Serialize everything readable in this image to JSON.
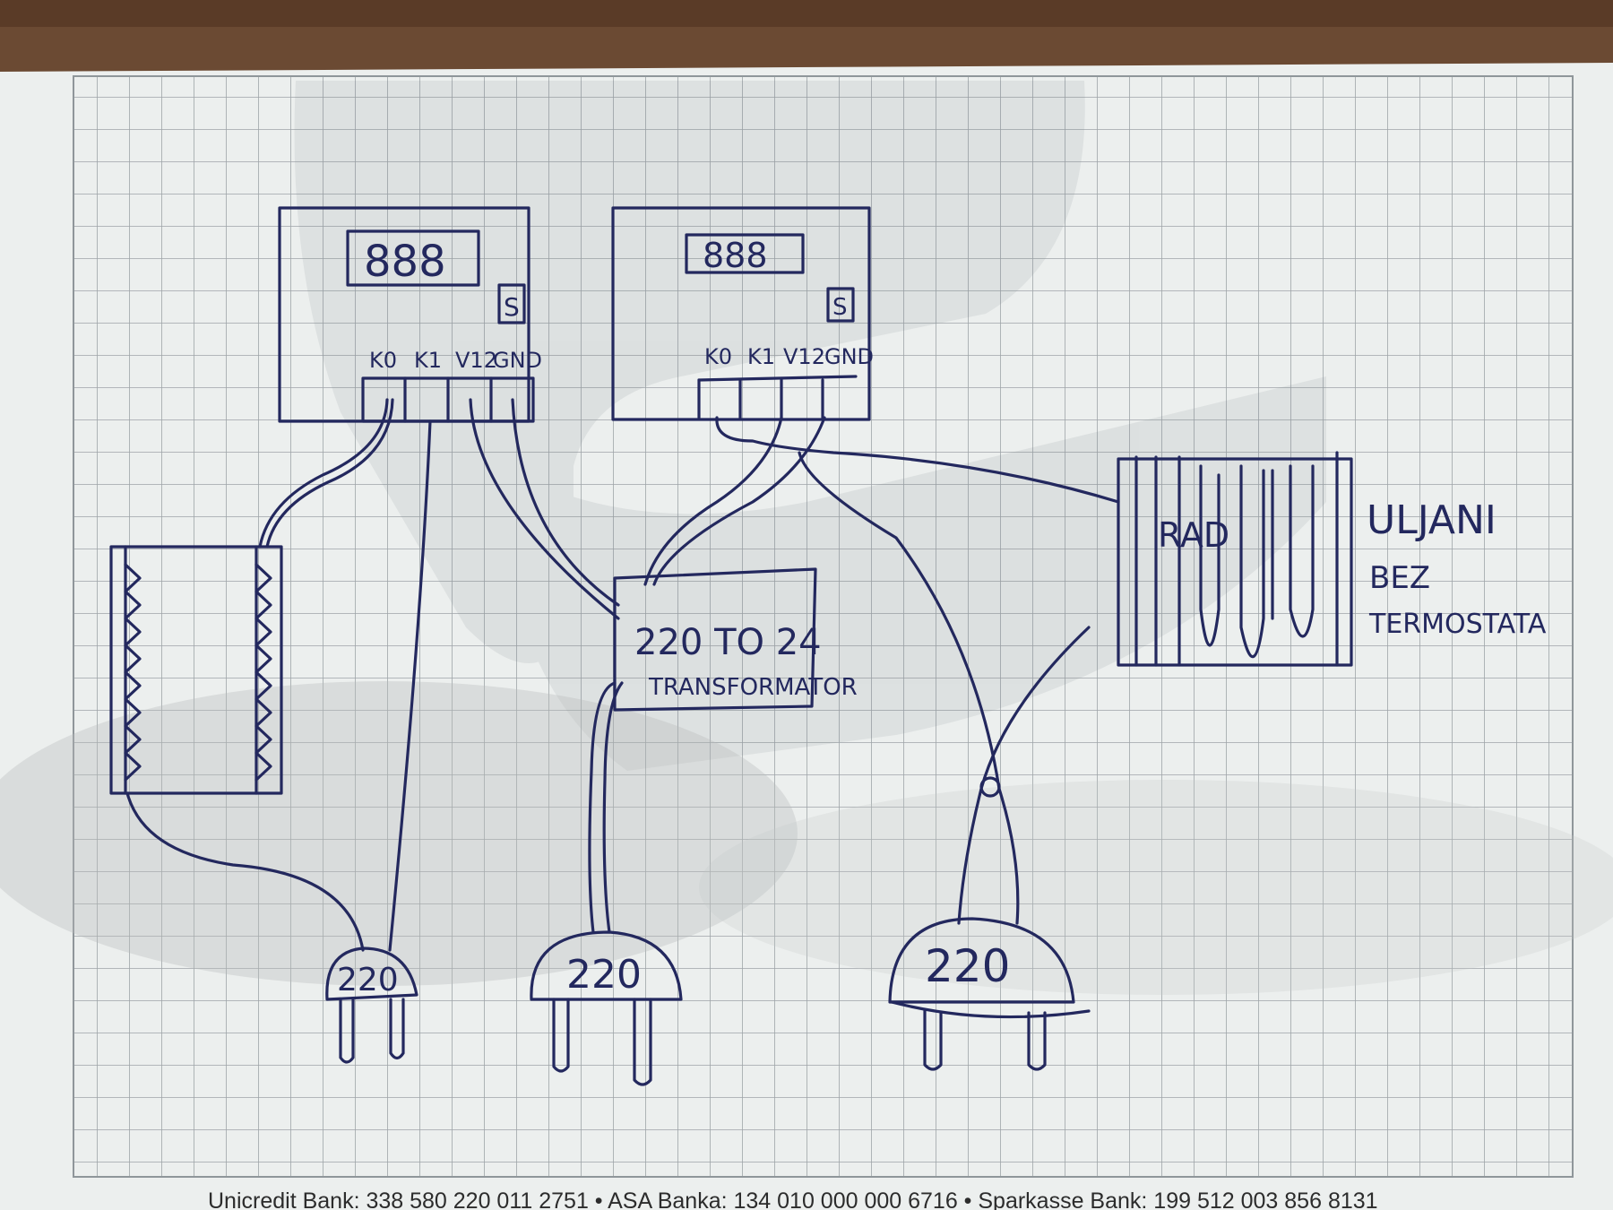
{
  "colors": {
    "ink": "#23285e",
    "paper": "#ecefee",
    "grid": "#9ea4a8",
    "desk": "#6b4a33"
  },
  "controller_left": {
    "display": "888",
    "button": "S",
    "terminals": [
      "K0",
      "K1",
      "V12",
      "GND"
    ]
  },
  "controller_right": {
    "display": "888",
    "button": "S",
    "terminals": [
      "K0",
      "K1",
      "V12",
      "GND"
    ]
  },
  "transformer": {
    "line1": "220 TO 24",
    "line2": "TRANSFORMATOR"
  },
  "radiator": {
    "label": "RAD"
  },
  "note": {
    "line1": "ULJANI",
    "line2": "BEZ",
    "line3": "TERMOSTATA"
  },
  "plugs": {
    "left": "220",
    "middle": "220",
    "right": "220"
  },
  "footer": {
    "text": "Unicredit Bank: 338 580 220 011 2751 • ASA Banka: 134 010 000 000 6716 • Sparkasse Bank: 199 512 003 856 8131"
  }
}
